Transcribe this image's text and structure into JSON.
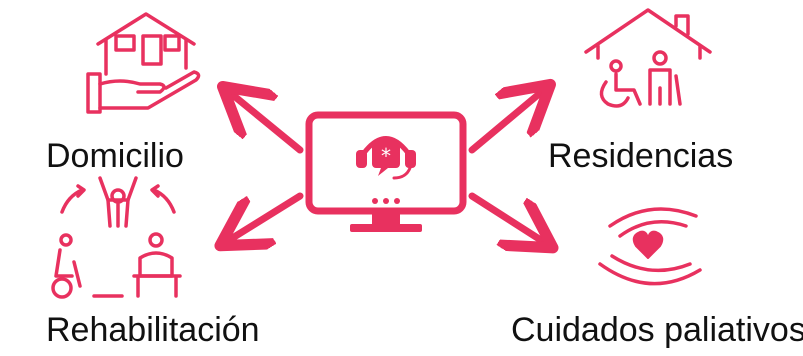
{
  "colors": {
    "accent": "#e8315f",
    "text": "#111111"
  },
  "center": {
    "icon": "computer-headset-support-icon"
  },
  "items": [
    {
      "label": "Domicilio",
      "icon": "house-in-hand-icon"
    },
    {
      "label": "Residencias",
      "icon": "residence-wheelchair-elderly-icon"
    },
    {
      "label": "Rehabilitación",
      "icon": "rehabilitation-exercise-icon"
    },
    {
      "label": "Cuidados paliativos",
      "icon": "heart-in-hands-icon"
    }
  ]
}
